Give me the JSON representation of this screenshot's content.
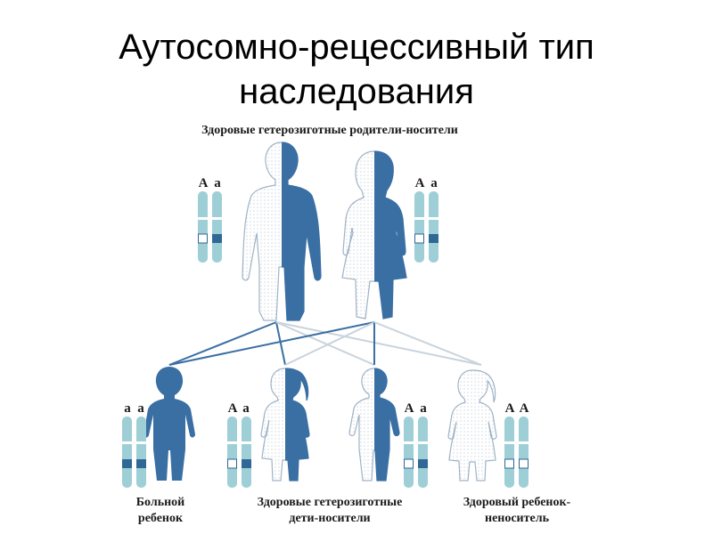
{
  "title": {
    "line1": "Аутосомно-рецессивный тип",
    "line2": "наследования"
  },
  "colors": {
    "affected": "#3a6fa3",
    "healthy_outline": "#3a6fa3",
    "chromosome": "#9fcfd6",
    "allele_recessive": "#2f6795",
    "allele_dominant": "#ffffff",
    "line_dark": "#3a6fa3",
    "line_light": "#c9d3dc"
  },
  "parents": {
    "caption": "Здоровые гетерозиготные родители-носители",
    "father": {
      "alleles": [
        "A",
        "a"
      ],
      "genotype": "heterozygous-carrier"
    },
    "mother": {
      "alleles": [
        "A",
        "a"
      ],
      "genotype": "heterozygous-carrier"
    }
  },
  "children": [
    {
      "kind": "boy",
      "alleles": [
        "a",
        "a"
      ],
      "status": "affected"
    },
    {
      "kind": "girl",
      "alleles": [
        "A",
        "a"
      ],
      "status": "carrier"
    },
    {
      "kind": "boy",
      "alleles": [
        "A",
        "a"
      ],
      "status": "carrier"
    },
    {
      "kind": "girl",
      "alleles": [
        "A",
        "A"
      ],
      "status": "non-carrier"
    }
  ],
  "captions": {
    "affected_line1": "Больной",
    "affected_line2": "ребенок",
    "carrier_line1": "Здоровые гетерозиготные",
    "carrier_line2": "дети-носители",
    "healthy_line1": "Здоровый ребенок-",
    "healthy_line2": "неноситель"
  }
}
